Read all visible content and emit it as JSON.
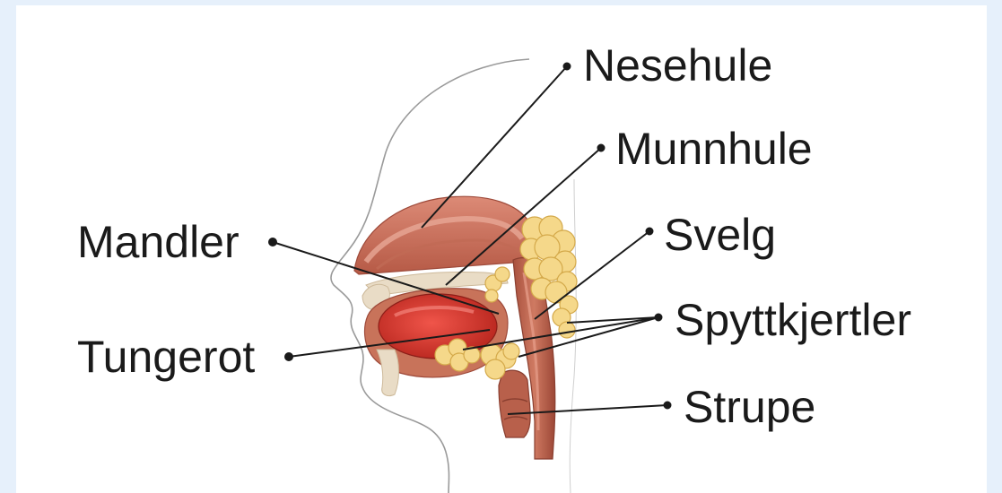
{
  "labels": {
    "nesehule": "Nesehule",
    "munnhule": "Munnhule",
    "svelg": "Svelg",
    "mandler": "Mandler",
    "spyttkjertler": "Spyttkjertler",
    "tungerot": "Tungerot",
    "strupe": "Strupe"
  },
  "colors": {
    "background": "#e6f0fb",
    "panel": "#ffffff",
    "muscle": "#c8735a",
    "muscle_dark": "#9e4a3a",
    "tongue": "#d93a2e",
    "gland": "#f5d88a",
    "bone": "#e9dcc6",
    "outline": "#9a9a9a",
    "leader_line": "#1a1a1a"
  }
}
